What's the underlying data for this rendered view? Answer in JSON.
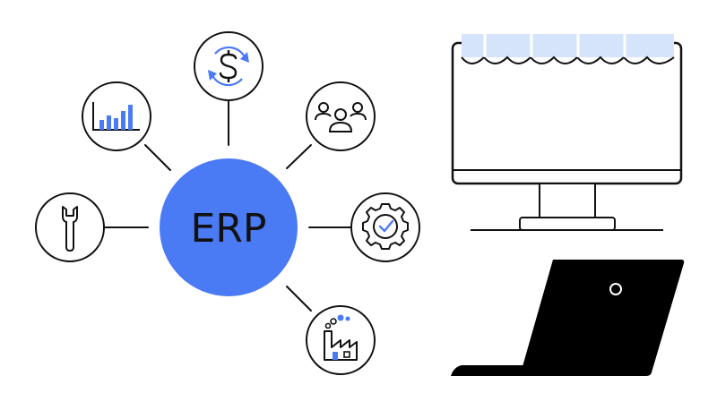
{
  "hub": {
    "label": "ERP",
    "color": "#4a7af4"
  },
  "colors": {
    "accent": "#4a7af4",
    "stroke": "#111111",
    "awning": "#d6e4fb",
    "background": "#ffffff"
  },
  "nodes": [
    {
      "id": "finance",
      "icon": "dollar-cycle-icon"
    },
    {
      "id": "analytics",
      "icon": "bar-chart-icon"
    },
    {
      "id": "people",
      "icon": "team-icon"
    },
    {
      "id": "maintenance",
      "icon": "wrench-icon"
    },
    {
      "id": "settings",
      "icon": "gear-check-icon"
    },
    {
      "id": "manufacturing",
      "icon": "factory-icon"
    }
  ],
  "devices": [
    {
      "id": "monitor",
      "icon": "storefront-monitor-icon"
    },
    {
      "id": "laptop",
      "icon": "laptop-icon"
    }
  ]
}
